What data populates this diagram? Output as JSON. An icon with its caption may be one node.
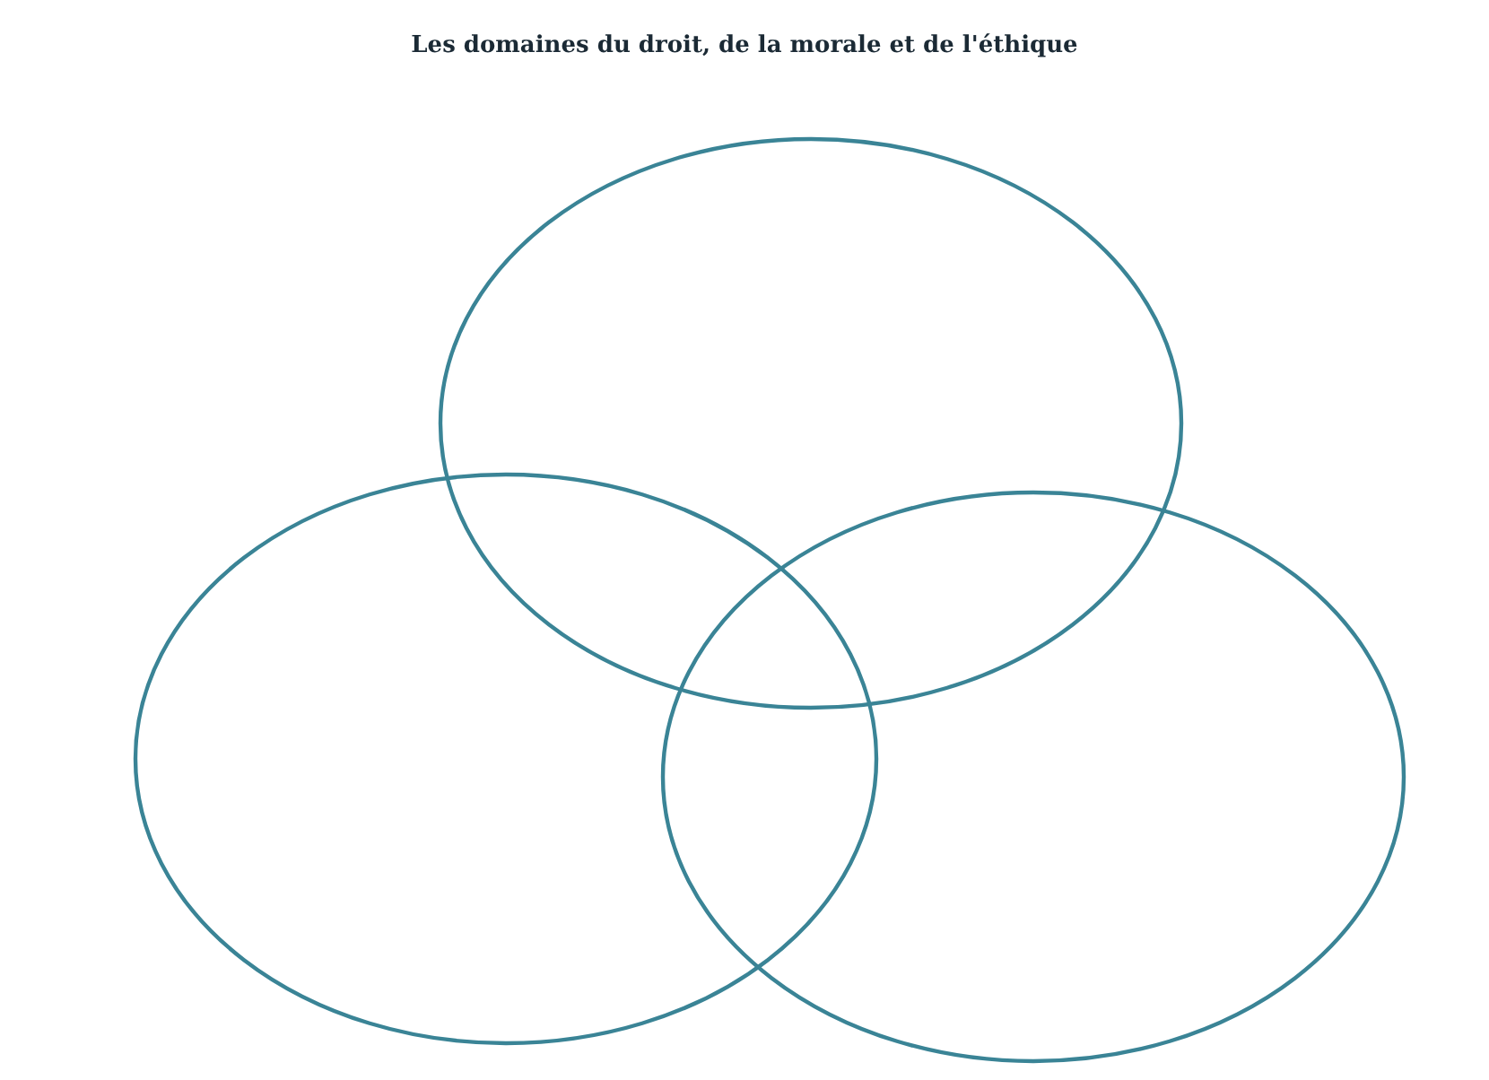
{
  "diagram": {
    "title": "Les domaines du droit, de la morale et de l'éthique",
    "nodes": [
      {
        "text": [],
        "shape": "ellipse"
      },
      {
        "text": [],
        "shape": "ellipse"
      },
      {
        "text": [],
        "shape": "ellipse"
      }
    ]
  }
}
